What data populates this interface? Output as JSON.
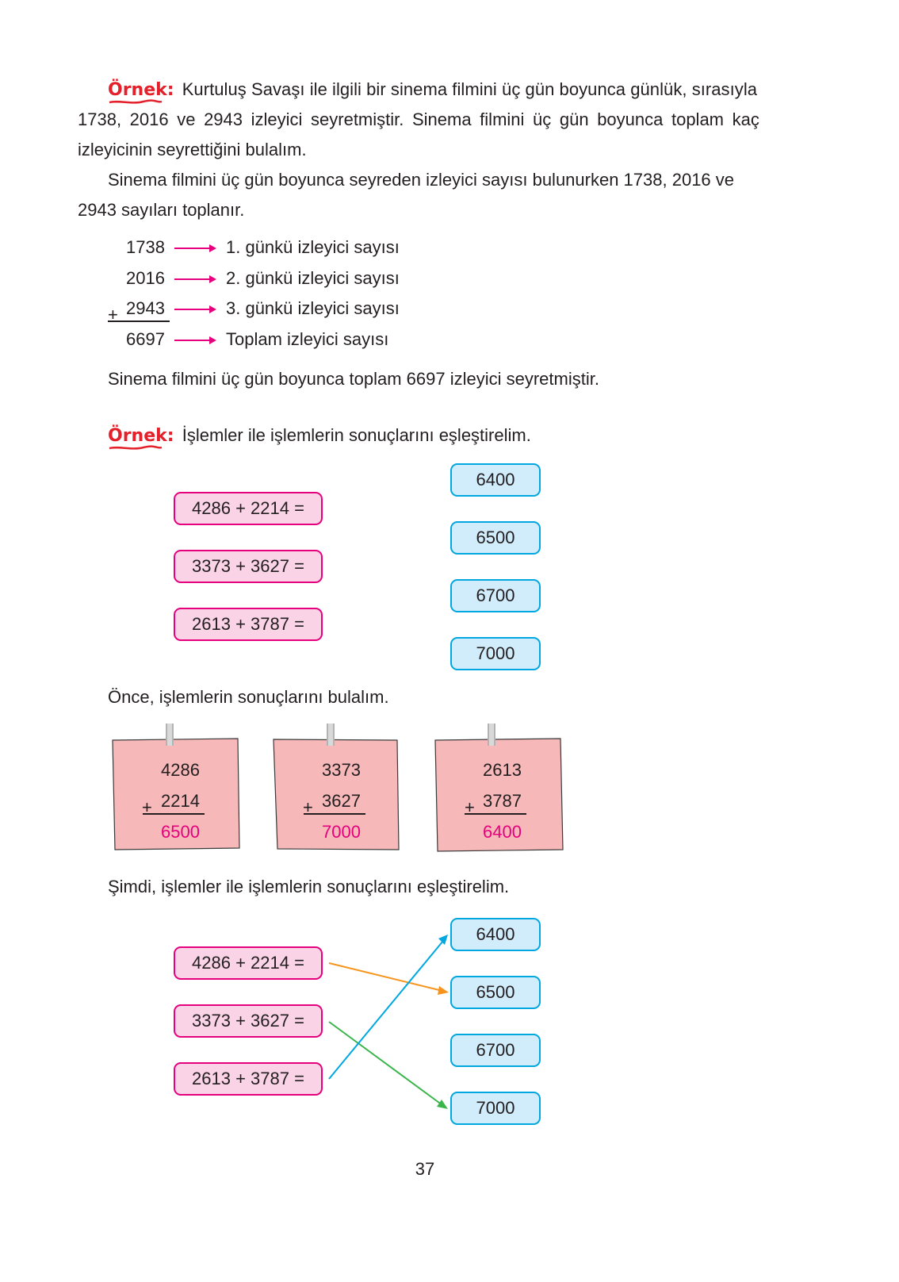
{
  "example1": {
    "label": "Örnek:",
    "text_line1": "Kurtuluş Savaşı ile ilgili bir sinema filmini üç gün boyunca günlük, sırasıyla",
    "text_line2": "1738, 2016 ve 2943 izleyici seyretmiştir. Sinema filmini üç gün boyunca toplam kaç",
    "text_line3": "izleyicinin seyrettiğini bulalım.",
    "explain_line1": "Sinema filmini üç gün boyunca seyreden izleyici sayısı bulunurken 1738, 2016 ve",
    "explain_line2": "2943 sayıları toplanır.",
    "rows": [
      {
        "value": "1738",
        "desc": "1. günkü izleyici sayısı"
      },
      {
        "value": "2016",
        "desc": "2. günkü izleyici sayısı"
      },
      {
        "value": "2943",
        "desc": "3. günkü izleyici sayısı"
      },
      {
        "value": "6697",
        "desc": "Toplam izleyici sayısı"
      }
    ],
    "plus": "+",
    "conclusion": "Sinema filmini üç gün boyunca toplam 6697 izleyici seyretmiştir."
  },
  "example2": {
    "label": "Örnek:",
    "instruction": "İşlemler ile işlemlerin sonuçlarını eşleştirelim.",
    "operations": [
      "4286 + 2214 =",
      "3373 + 3627 =",
      "2613 + 3787 ="
    ],
    "results": [
      "6400",
      "6500",
      "6700",
      "7000"
    ],
    "first_step": "Önce, işlemlerin sonuçlarını bulalım.",
    "notes": [
      {
        "a": "4286",
        "b": "2214",
        "sum": "6500"
      },
      {
        "a": "3373",
        "b": "3627",
        "sum": "7000"
      },
      {
        "a": "2613",
        "b": "3787",
        "sum": "6400"
      }
    ],
    "second_step": "Şimdi, işlemler ile işlemlerin sonuçlarını eşleştirelim.",
    "matches": [
      {
        "operation": "4286 + 2214 =",
        "result": "6500",
        "color": "#f7941d"
      },
      {
        "operation": "3373 + 3627 =",
        "result": "7000",
        "color": "#39b54a"
      },
      {
        "operation": "2613 + 3787 =",
        "result": "6400",
        "color": "#00a7e0"
      }
    ]
  },
  "colors": {
    "accent_red": "#e4202a",
    "pink": "#e6007e",
    "blue": "#00a7e0",
    "note": "#f6b8b8"
  },
  "page_number": "37"
}
